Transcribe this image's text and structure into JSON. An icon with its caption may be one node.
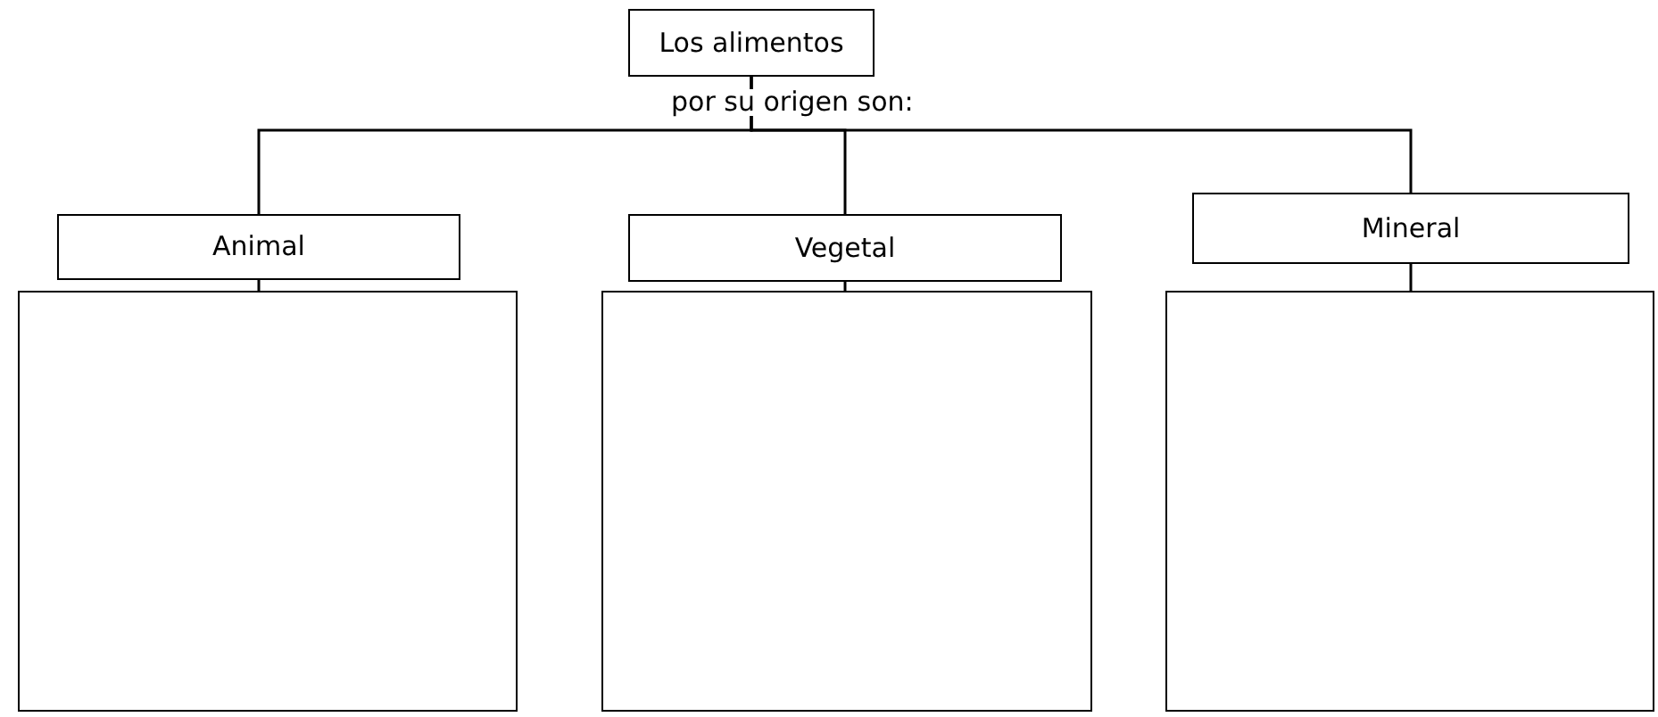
{
  "diagram": {
    "nodes": [
      {
        "text": [
          "Los alimentos"
        ]
      },
      {
        "text": [
          "Animal"
        ]
      },
      {
        "text": [
          "Vegetal"
        ]
      },
      {
        "text": [
          "Mineral"
        ]
      },
      {
        "text": [],
        "shape": "box"
      },
      {
        "text": [],
        "shape": "box"
      },
      {
        "text": [],
        "shape": "box"
      }
    ],
    "edges": [
      {
        "from": 0,
        "to": 1,
        "arrow": "none"
      },
      {
        "from": 0,
        "to": 2,
        "arrow": "none"
      },
      {
        "from": 0,
        "to": 3,
        "arrow": "none"
      },
      {
        "from": 1,
        "to": 4,
        "arrow": "none"
      },
      {
        "from": 2,
        "to": 5,
        "arrow": "none"
      },
      {
        "from": 3,
        "to": 6,
        "arrow": "none"
      }
    ],
    "labels": [
      "por su origen son:"
    ]
  }
}
